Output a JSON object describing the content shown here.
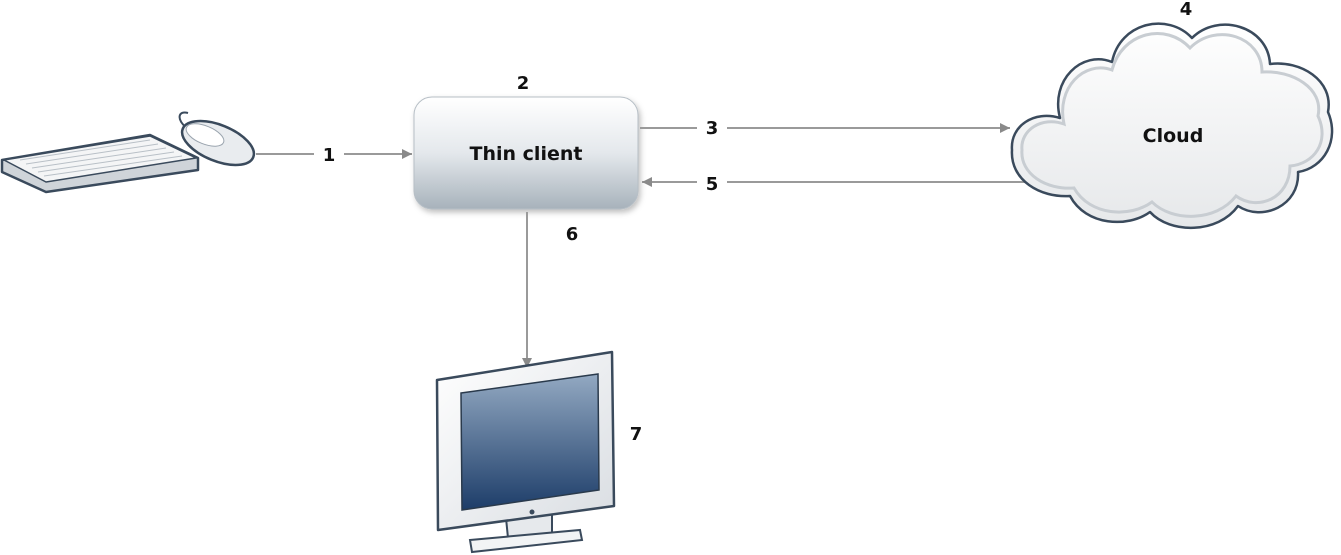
{
  "thin_client": {
    "label": "Thin client"
  },
  "cloud": {
    "label": "Cloud"
  },
  "step_labels": {
    "s1": "1",
    "s2": "2",
    "s3": "3",
    "s4": "4",
    "s5": "5",
    "s6": "6",
    "s7": "7"
  },
  "icons": {
    "keyboard": "keyboard-icon",
    "mouse": "mouse-icon",
    "monitor": "monitor-icon",
    "cloud": "cloud-icon"
  },
  "colors": {
    "connector": "#9a9a9a",
    "arrowhead": "#8a8a8a",
    "box_top": "#ffffff",
    "box_bottom": "#a9b4bd",
    "screen_top": "#8ea6c0",
    "screen_bottom": "#1f3f6b",
    "outline": "#3a4a5c"
  }
}
